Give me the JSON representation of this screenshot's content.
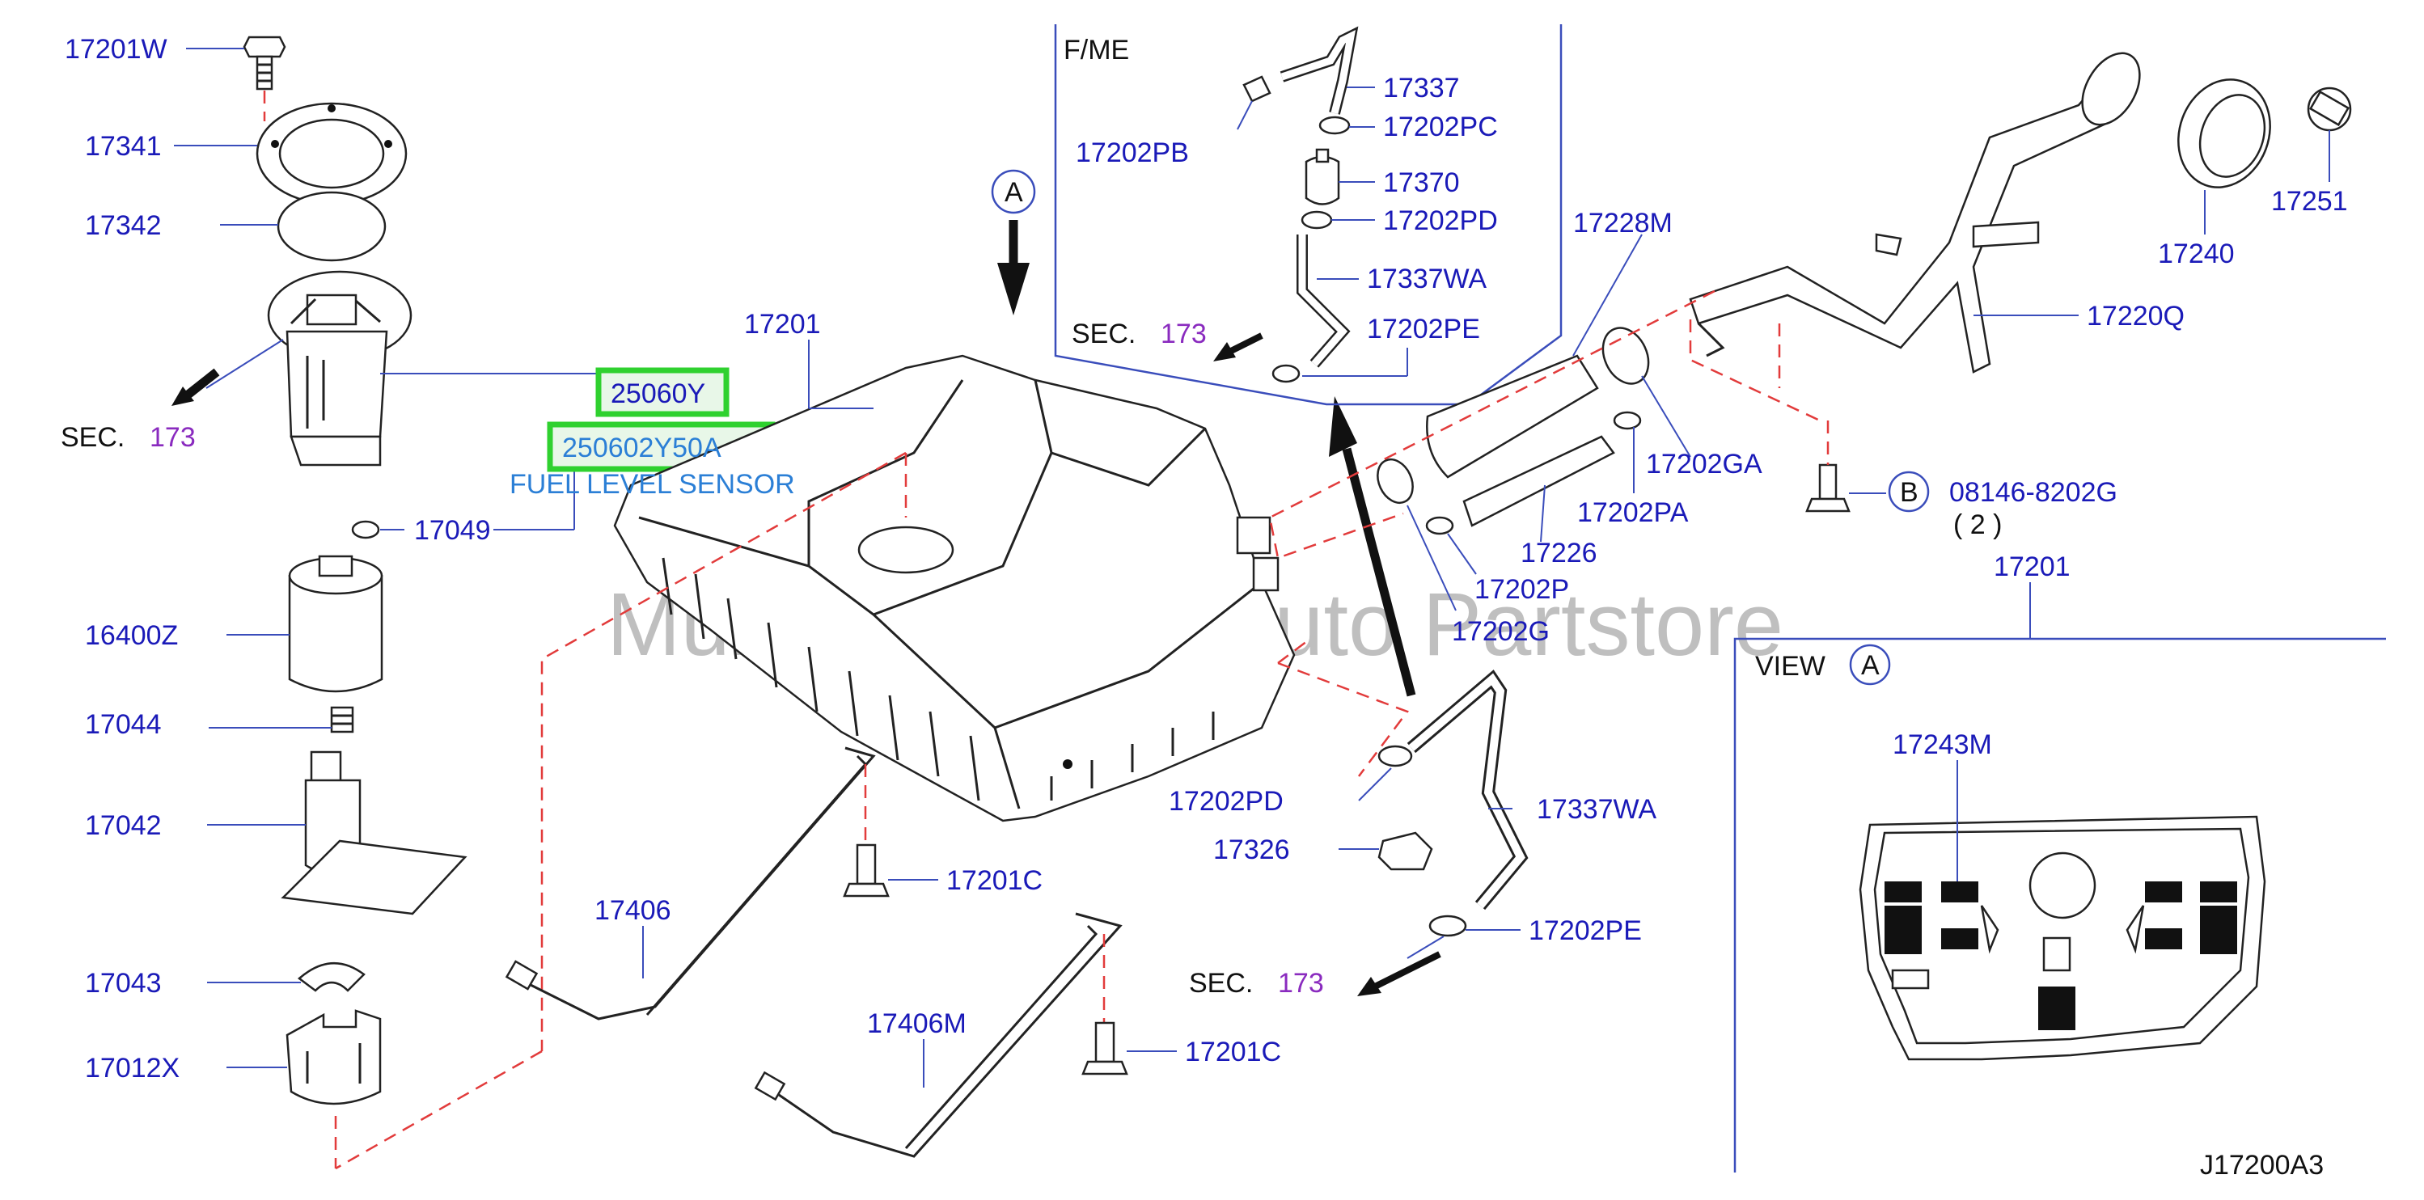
{
  "diagram": {
    "drawing_code": "J17200A3",
    "watermark": "Multi-Merchant Auto Partstore",
    "callout": {
      "view_marker": "A",
      "bolt_marker": "B"
    },
    "inset_fme": {
      "title": "F/ME"
    },
    "view_panel": {
      "label": "VIEW",
      "marker": "A",
      "part": "17243M"
    },
    "sections": {
      "prefix": "SEC.",
      "number": "173"
    },
    "highlight": {
      "part1": "25060Y",
      "part2": "250602Y50A",
      "caption": "FUEL LEVEL SENSOR"
    },
    "labels": {
      "p17201W": "17201W",
      "p17341": "17341",
      "p17342": "17342",
      "p17049": "17049",
      "p16400Z": "16400Z",
      "p17044": "17044",
      "p17042": "17042",
      "p17043": "17043",
      "p17012X": "17012X",
      "p17201_top": "17201",
      "p17201_right": "17201",
      "p17406": "17406",
      "p17406M": "17406M",
      "p17201C_a": "17201C",
      "p17201C_b": "17201C",
      "p17337": "17337",
      "p17202PC": "17202PC",
      "p17202PB": "17202PB",
      "p17370": "17370",
      "p17202PD_inset": "17202PD",
      "p17337WA_inset": "17337WA",
      "p17202PE_inset": "17202PE",
      "p17228M": "17228M",
      "p17202GA": "17202GA",
      "p17202PA": "17202PA",
      "p17226": "17226",
      "p17202P": "17202P",
      "p17202G": "17202G",
      "p17202PD": "17202PD",
      "p17337WA": "17337WA",
      "p17326": "17326",
      "p17202PE": "17202PE",
      "p17240": "17240",
      "p17251": "17251",
      "p17220Q": "17220Q",
      "p08146": "08146-8202G",
      "qty": "( 2 )"
    }
  }
}
